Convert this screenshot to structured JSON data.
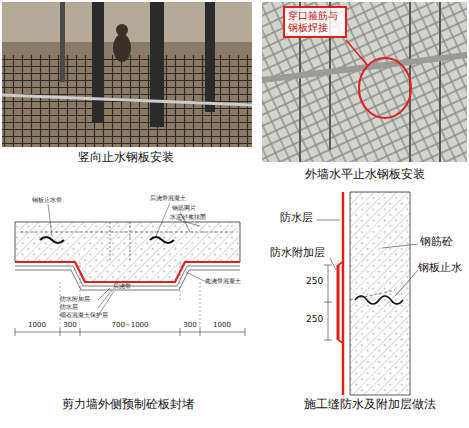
{
  "diagram": {
    "nodes": [
      {
        "text": [
          "穿口箍筋与钢板焊接"
        ]
      }
    ],
    "labels": [
      "竖向止水钢板安装",
      "外墙水平止水钢板安装",
      "钢板止水带",
      "后浇带混凝土",
      "钢筋网片",
      "水泥砂浆抹面",
      "后浇带",
      "先浇带混凝土",
      "防水附加层",
      "防水层",
      "细石混凝土保护层",
      "1000",
      "300",
      "700~1000",
      "300",
      "1000",
      "剪力墙外侧预制砼板封堵",
      "防水层",
      "防水附加层",
      "钢筋砼",
      "钢板止水",
      "250",
      "250",
      "施工缝防水及附加层做法"
    ]
  }
}
